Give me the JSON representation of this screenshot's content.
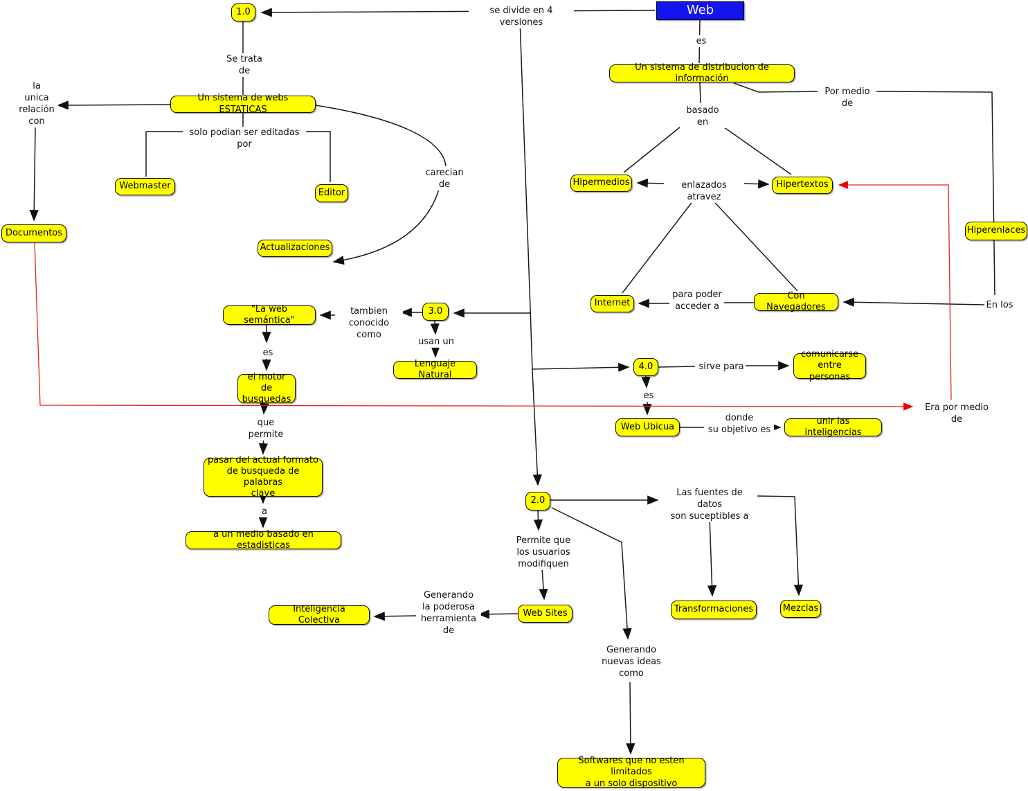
{
  "diagram": {
    "title": "Web",
    "type": "concept-map",
    "colors": {
      "node_fill": "#ffff00",
      "node_border": "#000000",
      "root_fill": "#1414ee",
      "root_text": "#ffffff",
      "line": "#1a1a1a",
      "red_line": "#e62020"
    }
  },
  "nodes": {
    "web": "Web",
    "v10": "1.0",
    "v20": "2.0",
    "v30": "3.0",
    "v40": "4.0",
    "distribucion": "Un sistema de distribucion de información",
    "webs_estaticas": "Un sistema de webs ESTATICAS",
    "webmaster": "Webmaster",
    "editor": "Editor",
    "documentos": "Documentos",
    "actualizaciones": "Actualizaciones",
    "hipermedios": "Hipermedios",
    "hipertextos": "Hipertextos",
    "hiperenlaces": "Hiperenlaces",
    "internet": "Internet",
    "con_navegadores": "Con Navegadores",
    "web_semantica": "\"La web semántica\"",
    "lenguaje_natural": "Lenguaje Natural",
    "motor_busquedas": "el motor de\nbusquedas",
    "pasar_formato": "pasar del actual formato\nde busqueda de palabras\nclave",
    "medio_estadisticas": "a un medio basado en estadisticas",
    "comunicarse": "comunicarse\nentre personas",
    "web_ubicua": "Web Ubicua",
    "unir_inteligencias": "unir las inteligencias",
    "transformaciones": "Transformaciones",
    "mezclas": "Mezclas",
    "web_sites": "Web Sites",
    "inteligencia_colectiva": "Inteligencia Colectiva",
    "softwares": "Softwares que no esten limitados\na un solo dispositivo"
  },
  "links": {
    "se_divide": "se divide en 4 versiones",
    "es_web": "es",
    "se_trata_de": "Se trata de",
    "por_medio_de": "Por medio de",
    "basado_en": "basado en",
    "la_unica_relacion": "la\nunica\nrelación\ncon",
    "solo_podian": "solo podian ser editadas por",
    "carecian_de": "carecian de",
    "enlazados_atravez": "enlazados atravez",
    "para_poder": "para poder\nacceder a",
    "en_los": "En los",
    "tambien_conocido": "tambien\nconocido como",
    "usan_un": "usan un",
    "es_semantica": "es",
    "sirve_para": "sirve para",
    "es_40": "es",
    "era_por_medio": "Era por medio de",
    "donde_objetivo": "donde\nsu objetivo es",
    "que_permite": "que permite",
    "a": "a",
    "las_fuentes": "Las fuentes de datos\nson suceptibles a",
    "permite_que": "Permite que\nlos usuarios\nmodifiquen",
    "generando_poderosa": "Generando\nla poderosa\nherramienta\nde",
    "generando_nuevas": "Generando\nnuevas ideas\ncomo"
  }
}
